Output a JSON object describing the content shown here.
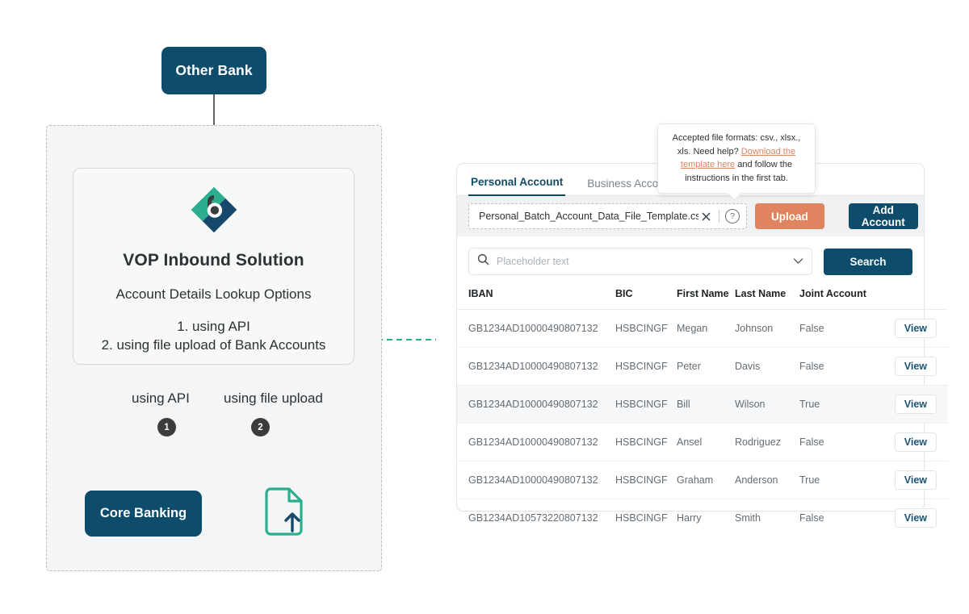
{
  "diagram": {
    "other_bank_label": "Other Bank",
    "vop": {
      "title": "VOP Inbound Solution",
      "subtitle": "Account Details Lookup Options",
      "option_1": "1. using API",
      "option_2": "2. using file upload of Bank Accounts"
    },
    "branch_label_api": "using API",
    "branch_label_file": "using file upload",
    "badge_1": "1",
    "badge_2": "2",
    "core_banking_label": "Core Banking",
    "colors": {
      "navy": "#0E4C6B",
      "teal": "#2BAE8E",
      "dark_gray": "#3A3C3E",
      "region_bg": "#F4F5F6"
    }
  },
  "app": {
    "tabs": [
      {
        "label": "Personal Account",
        "active": true
      },
      {
        "label": "Business Account",
        "active": false
      }
    ],
    "upload": {
      "file_name": "Personal_Batch_Account_Data_File_Template.csv",
      "clear_icon": "close-icon",
      "help_icon": "help-circle-icon",
      "upload_label": "Upload",
      "add_account_label": "Add Account",
      "upload_color": "#E0835F",
      "add_account_color": "#0E4C6B"
    },
    "tooltip": {
      "line1": "Accepted file formats: csv., xlsx., xls.",
      "line2_prefix": "Need help? ",
      "link_text": "Download the template here",
      "line2_suffix": " and follow the instructions in the first tab.",
      "link_color": "#E0835F"
    },
    "search": {
      "placeholder": "Placeholder text",
      "value": "",
      "search_button_label": "Search",
      "search_icon": "search-icon",
      "chevron_icon": "chevron-down-icon"
    },
    "table": {
      "columns": [
        "IBAN",
        "BIC",
        "First Name",
        "Last Name",
        "Joint Account",
        ""
      ],
      "action_label": "View",
      "rows": [
        {
          "iban": "GB1234AD10000490807132",
          "bic": "HSBCINGF",
          "first": "Megan",
          "last": "Johnson",
          "joint": "False",
          "alt": false
        },
        {
          "iban": "GB1234AD10000490807132",
          "bic": "HSBCINGF",
          "first": "Peter",
          "last": "Davis",
          "joint": "False",
          "alt": false
        },
        {
          "iban": "GB1234AD10000490807132",
          "bic": "HSBCINGF",
          "first": "Bill",
          "last": "Wilson",
          "joint": "True",
          "alt": true
        },
        {
          "iban": "GB1234AD10000490807132",
          "bic": "HSBCINGF",
          "first": "Ansel",
          "last": "Rodriguez",
          "joint": "False",
          "alt": false
        },
        {
          "iban": "GB1234AD10000490807132",
          "bic": "HSBCINGF",
          "first": "Graham",
          "last": "Anderson",
          "joint": "True",
          "alt": false
        },
        {
          "iban": "GB1234AD10573220807132",
          "bic": "HSBCINGF",
          "first": "Harry",
          "last": "Smith",
          "joint": "False",
          "alt": false
        }
      ]
    }
  }
}
